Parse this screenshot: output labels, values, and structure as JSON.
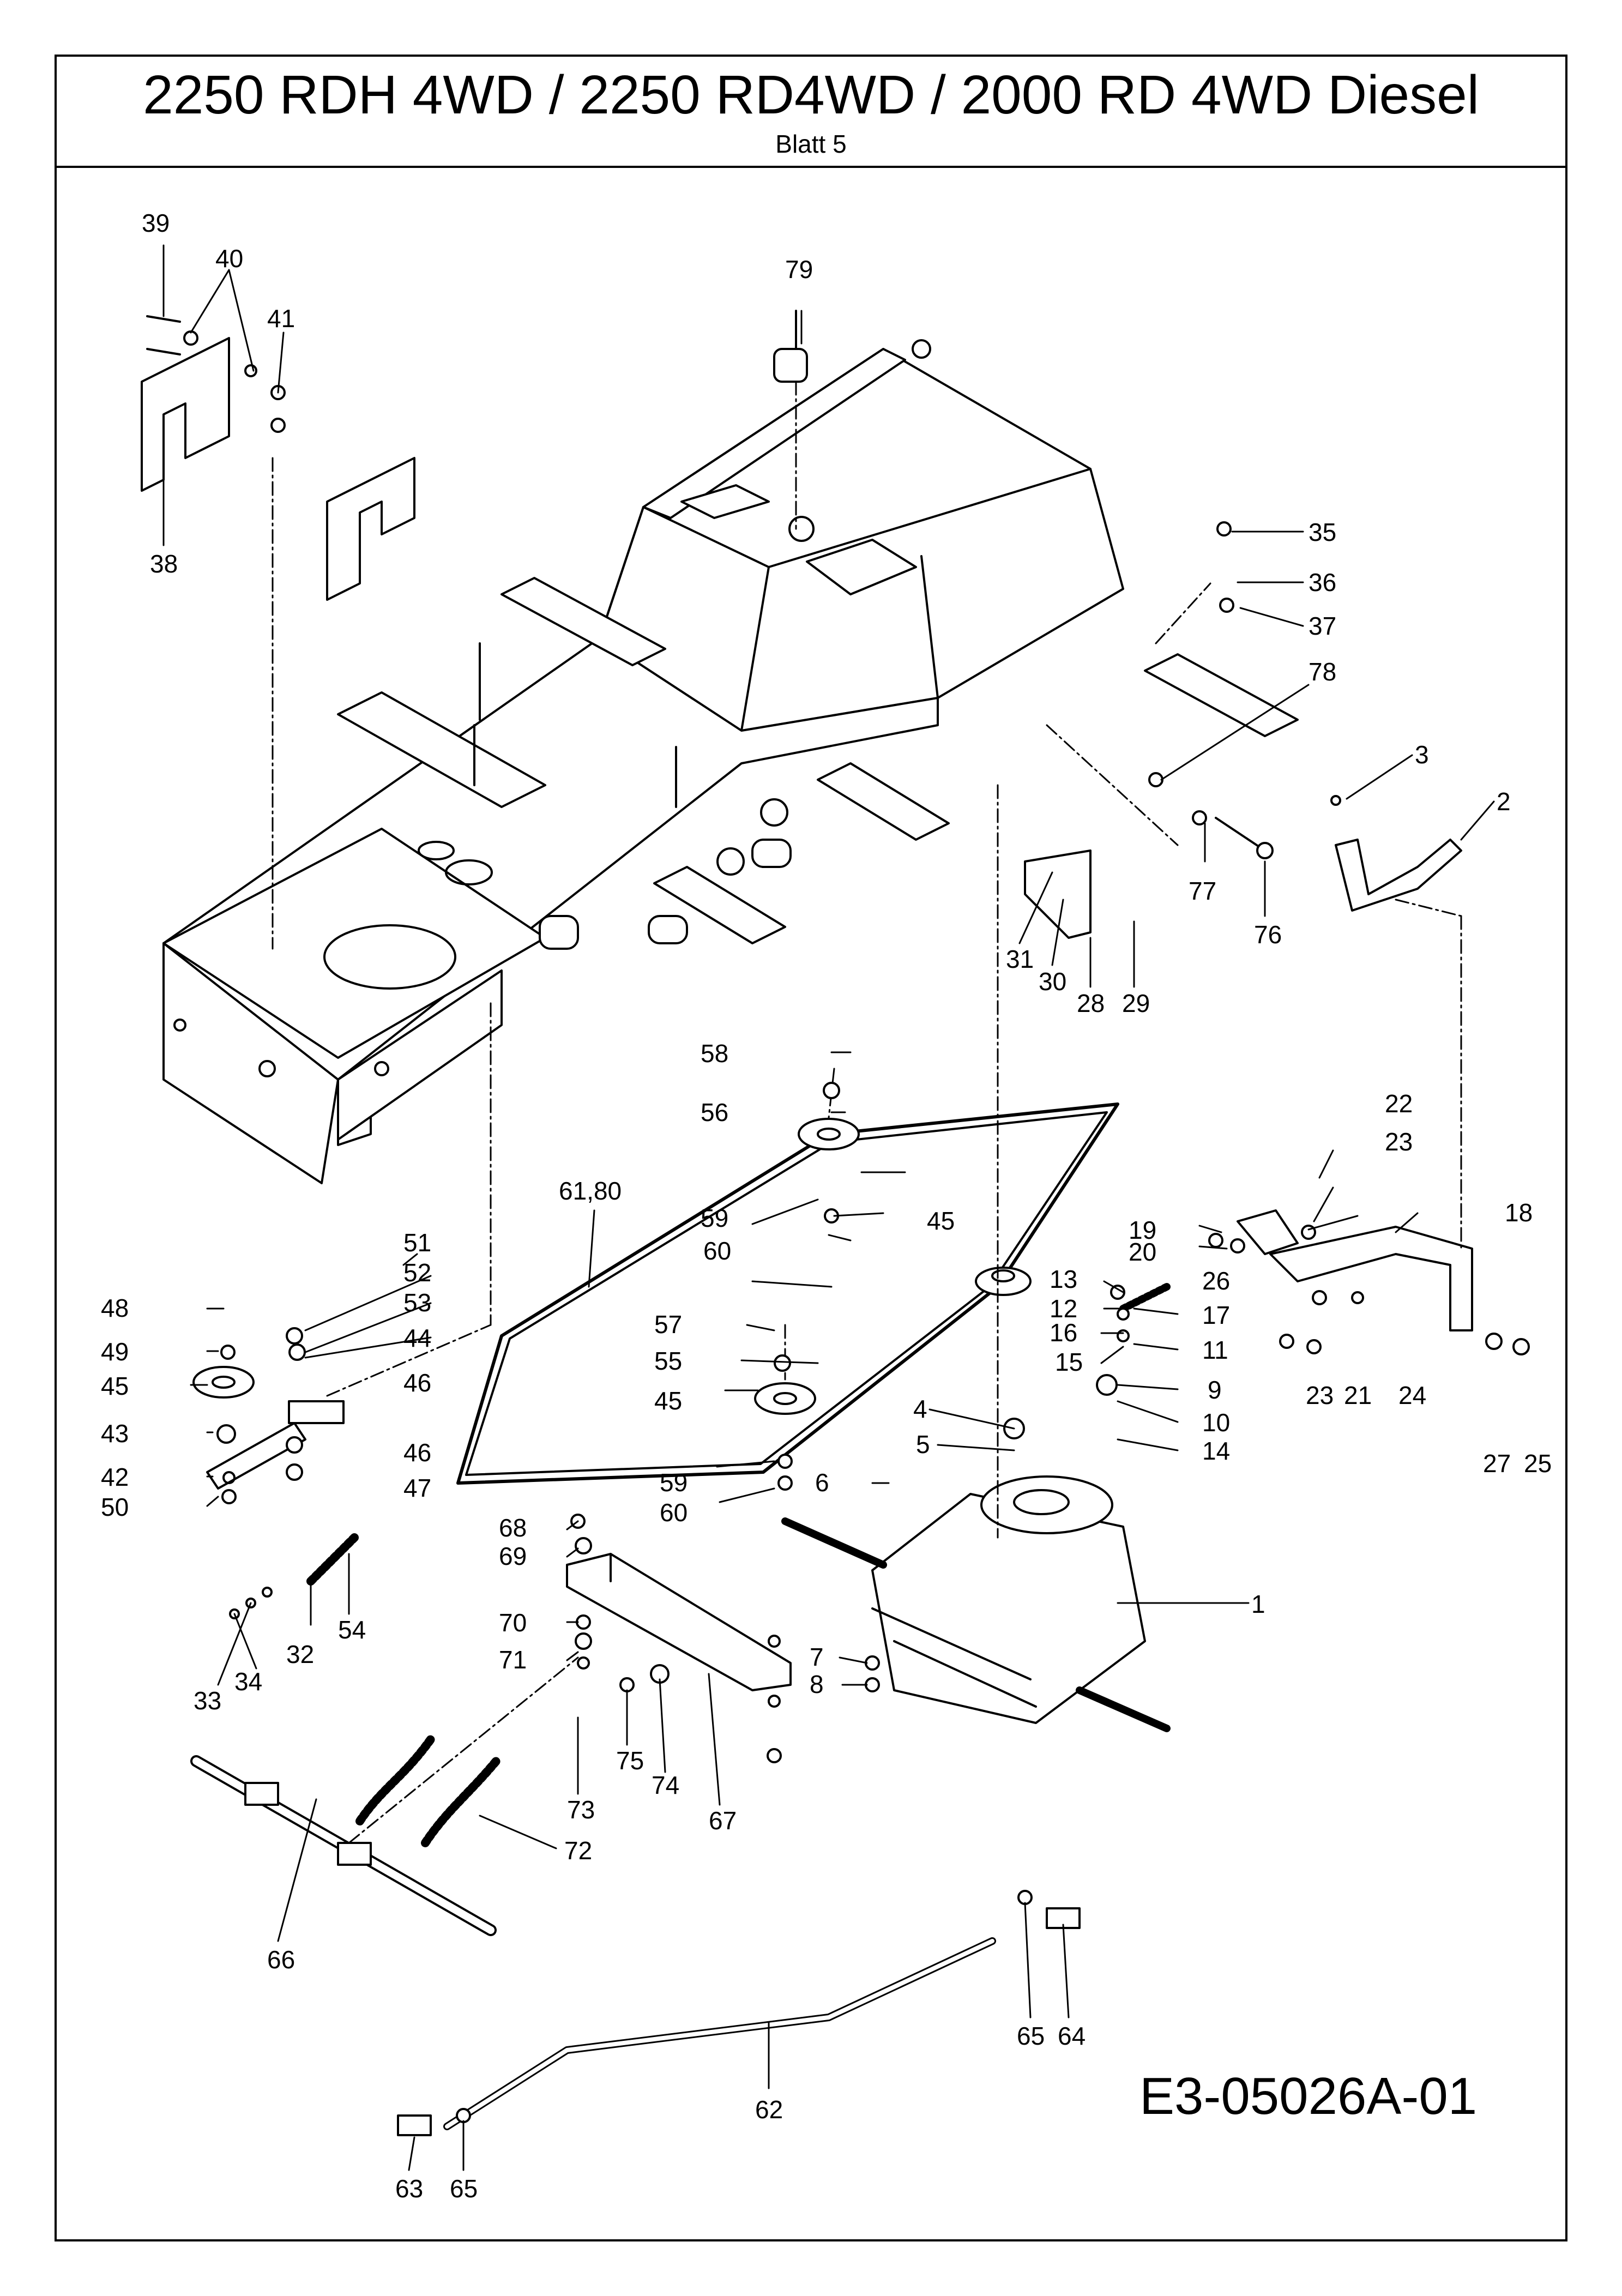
{
  "header": {
    "title": "2250 RDH 4WD / 2250 RD4WD / 2000 RD 4WD Diesel",
    "subtitle": "Blatt 5"
  },
  "document_number": "E3-05026A-01",
  "callouts": {
    "c1": "1",
    "c2": "2",
    "c3": "3",
    "c4": "4",
    "c5": "5",
    "c6": "6",
    "c7": "7",
    "c8": "8",
    "c9": "9",
    "c10": "10",
    "c11": "11",
    "c12": "12",
    "c13": "13",
    "c14": "14",
    "c15": "15",
    "c16": "16",
    "c17": "17",
    "c18": "18",
    "c19": "19",
    "c20": "20",
    "c21": "21",
    "c22": "22",
    "c23a": "23",
    "c23b": "23",
    "c24": "24",
    "c25": "25",
    "c26": "26",
    "c27": "27",
    "c28": "28",
    "c29": "29",
    "c30": "30",
    "c31": "31",
    "c32": "32",
    "c33": "33",
    "c34": "34",
    "c35": "35",
    "c36": "36",
    "c37": "37",
    "c38": "38",
    "c39": "39",
    "c40": "40",
    "c41": "41",
    "c42": "42",
    "c43": "43",
    "c44": "44",
    "c45a": "45",
    "c45b": "45",
    "c45c": "45",
    "c46a": "46",
    "c46b": "46",
    "c47": "47",
    "c48": "48",
    "c49": "49",
    "c50": "50",
    "c51": "51",
    "c52": "52",
    "c53": "53",
    "c54": "54",
    "c55": "55",
    "c56": "56",
    "c57": "57",
    "c58": "58",
    "c59a": "59",
    "c59b": "59",
    "c60a": "60",
    "c60b": "60",
    "c61": "61,80",
    "c62": "62",
    "c63": "63",
    "c64": "64",
    "c65a": "65",
    "c65b": "65",
    "c66": "66",
    "c67": "67",
    "c68": "68",
    "c69": "69",
    "c70": "70",
    "c71": "71",
    "c72": "72",
    "c73": "73",
    "c74": "74",
    "c75": "75",
    "c76": "76",
    "c77": "77",
    "c78": "78",
    "c79": "79"
  }
}
